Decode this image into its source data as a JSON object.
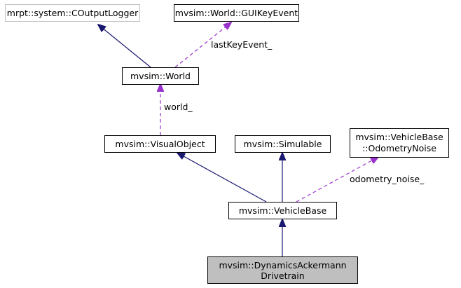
{
  "diagram": {
    "type": "collaboration-graph",
    "nodes": {
      "coutputlogger": {
        "lines": [
          "mrpt::system::COutputLogger"
        ],
        "border": "#bfbfbf",
        "fill": "#ffffff"
      },
      "guikeyevent": {
        "lines": [
          "mvsim::World::GUIKeyEvent"
        ],
        "border": "#000000",
        "fill": "#ffffff"
      },
      "world": {
        "lines": [
          "mvsim::World"
        ],
        "border": "#000000",
        "fill": "#ffffff"
      },
      "visualobject": {
        "lines": [
          "mvsim::VisualObject"
        ],
        "border": "#000000",
        "fill": "#ffffff"
      },
      "simulable": {
        "lines": [
          "mvsim::Simulable"
        ],
        "border": "#000000",
        "fill": "#ffffff"
      },
      "odometrynoise": {
        "lines": [
          "mvsim::VehicleBase",
          "::OdometryNoise"
        ],
        "border": "#000000",
        "fill": "#ffffff"
      },
      "vehiclebase": {
        "lines": [
          "mvsim::VehicleBase"
        ],
        "border": "#000000",
        "fill": "#ffffff"
      },
      "dynamicsackermann": {
        "lines": [
          "mvsim::DynamicsAckermann",
          "Drivetrain"
        ],
        "border": "#000000",
        "fill": "#bfbfbf"
      }
    },
    "edges": [
      {
        "from": "world",
        "to": "coutputlogger",
        "kind": "inheritance",
        "label": ""
      },
      {
        "from": "world",
        "to": "guikeyevent",
        "kind": "usage",
        "label": "lastKeyEvent_"
      },
      {
        "from": "visualobject",
        "to": "world",
        "kind": "usage",
        "label": "world_"
      },
      {
        "from": "vehiclebase",
        "to": "visualobject",
        "kind": "inheritance",
        "label": ""
      },
      {
        "from": "vehiclebase",
        "to": "simulable",
        "kind": "inheritance",
        "label": ""
      },
      {
        "from": "vehiclebase",
        "to": "odometrynoise",
        "kind": "usage",
        "label": "odometry_noise_"
      },
      {
        "from": "dynamicsackermann",
        "to": "vehiclebase",
        "kind": "inheritance",
        "label": ""
      }
    ],
    "colors": {
      "inheritance": "#191970",
      "usage": "#9a32cd"
    }
  }
}
